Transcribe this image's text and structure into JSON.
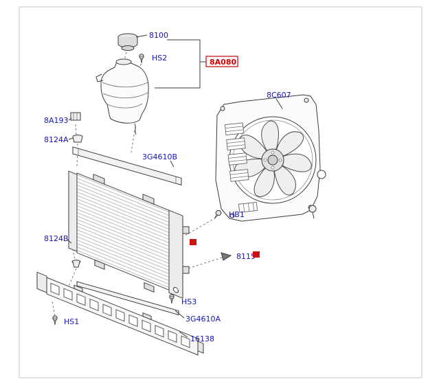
{
  "colors": {
    "label_blue": "#1414b8",
    "highlight_red": "#cc0000",
    "line_dark": "#3a3a3a",
    "background": "#ffffff"
  },
  "callouts": {
    "p8100": {
      "label": "8100"
    },
    "hs2": {
      "label": "HS2"
    },
    "p8a080": {
      "label": "8A080"
    },
    "p8c607": {
      "label": "8C607"
    },
    "p8a193": {
      "label": "8A193"
    },
    "p8124a": {
      "label": "8124A"
    },
    "p3g4610b": {
      "label": "3G4610B"
    },
    "hb1": {
      "label": "HB1"
    },
    "p8124b": {
      "label": "8124B"
    },
    "p8115": {
      "label": "8115"
    },
    "hs3": {
      "label": "HS3"
    },
    "p3g4610a": {
      "label": "3G4610A"
    },
    "hs1": {
      "label": "HS1"
    },
    "p16138": {
      "label": "16138"
    }
  }
}
